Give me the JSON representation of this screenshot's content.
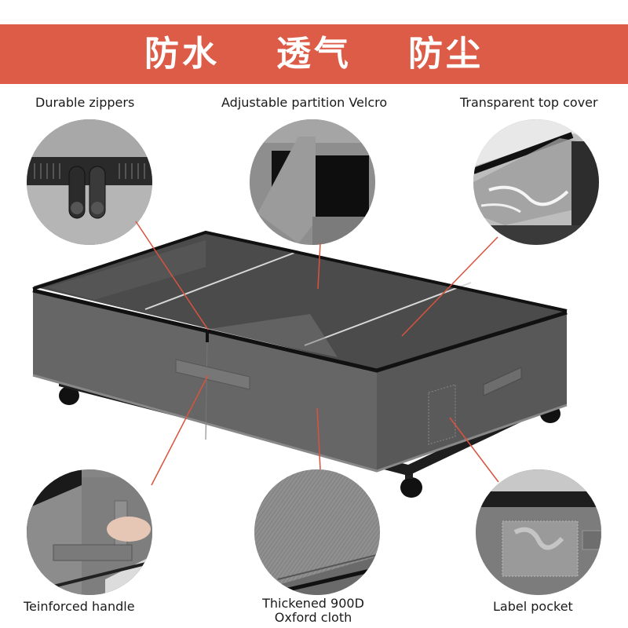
{
  "banner": {
    "words": [
      "防水",
      "透气",
      "防尘"
    ],
    "background_color": "#DC5C48",
    "text_color": "#FFFFFF"
  },
  "features": {
    "top": [
      {
        "label": "Durable zippers",
        "icon": "zipper-closeup"
      },
      {
        "label": "Adjustable partition Velcro",
        "icon": "velcro-partition-closeup"
      },
      {
        "label": "Transparent top cover",
        "icon": "transparent-cover-closeup"
      }
    ],
    "bottom": [
      {
        "label": "Teinforced handle",
        "icon": "handle-closeup"
      },
      {
        "label_line1": "Thickened 900D",
        "label_line2": "Oxford cloth",
        "icon": "fabric-closeup"
      },
      {
        "label": "Label pocket",
        "icon": "label-pocket-closeup"
      }
    ]
  },
  "product": {
    "name": "under-bed storage box with wheels",
    "body_color": "#5E5E5E",
    "trim_color": "#1A1A1A"
  },
  "callout_line_color": "#D9533E"
}
